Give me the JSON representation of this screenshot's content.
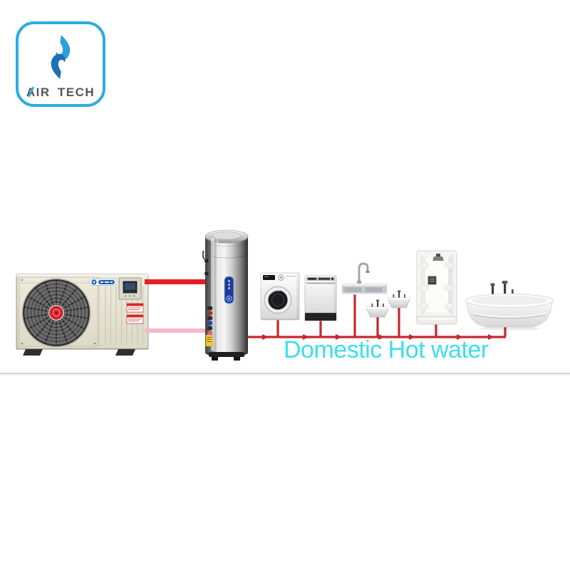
{
  "logo": {
    "brand": "AIR TECH",
    "border_color": "#2aace3",
    "text_color": "#55565a",
    "flame_light": "#2d9fdf",
    "flame_dark": "#1b6fb4"
  },
  "diagram": {
    "caption": "Domestic Hot water",
    "caption_color": "#3cdfe9",
    "hot_supply_color": "#e61e25",
    "return_color": "#f8b7cd",
    "pipe_color": "#c4272e",
    "components": [
      "heat-pump-unit",
      "hot-water-storage-tank",
      "washing-machine",
      "dishwasher",
      "kitchen-sink",
      "wash-basin",
      "wash-basin",
      "shower-cabin",
      "bathtub"
    ]
  },
  "divider_color": "#d6d6d6"
}
